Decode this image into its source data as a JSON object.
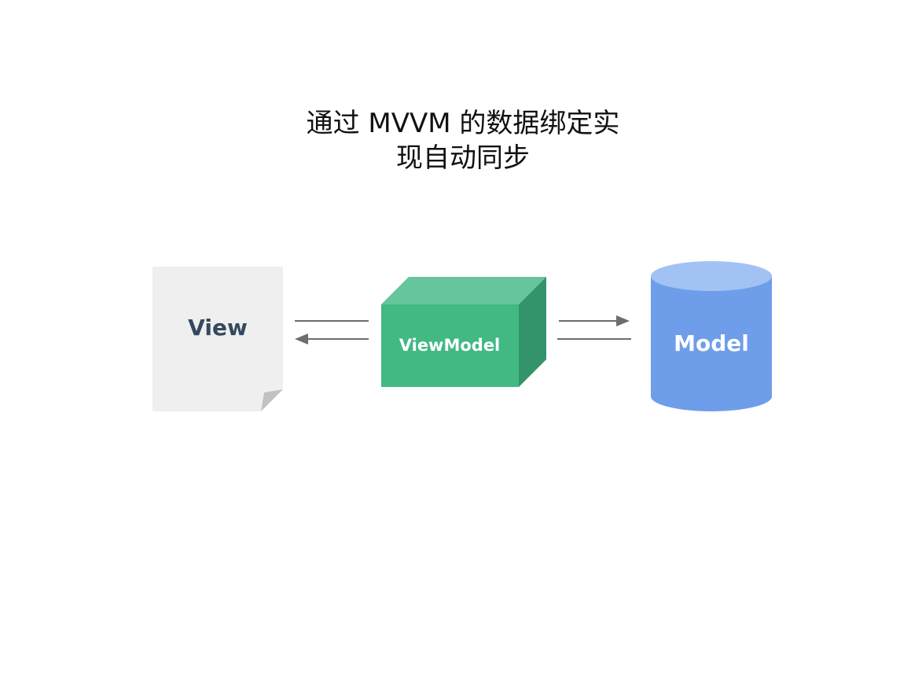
{
  "title": {
    "line1": "通过 MVVM 的数据绑定实",
    "line2": "现自动同步"
  },
  "nodes": {
    "view": {
      "label": "View",
      "color": "#efefef",
      "fold_color": "#c2c2c2",
      "text_color": "#34495e"
    },
    "viewmodel": {
      "label": "ViewModel",
      "front_color": "#42b983",
      "top_color": "#66c59c",
      "side_color": "#33936a",
      "text_color": "#ffffff"
    },
    "model": {
      "label": "Model",
      "body_color": "#6e9eea",
      "top_color": "#a3c2f4",
      "text_color": "#ffffff"
    }
  },
  "arrows": {
    "color": "#6d6d6d"
  }
}
